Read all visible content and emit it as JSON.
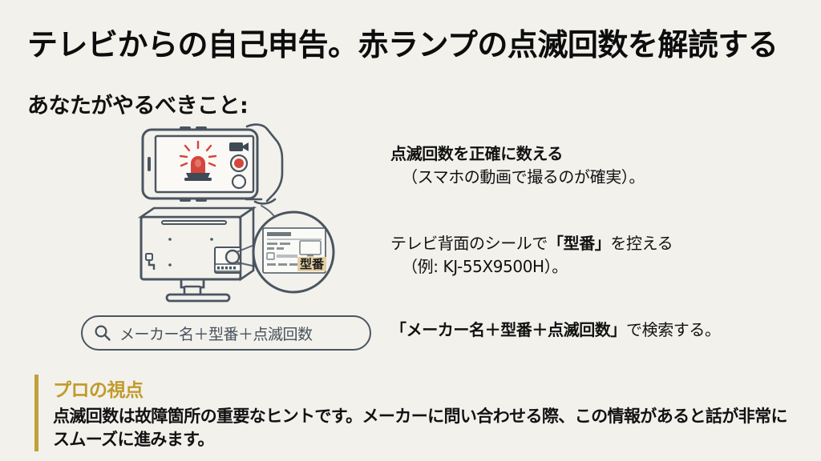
{
  "slide": {
    "background_color": "#F2F1EC",
    "title": "テレビからの自己申告。赤ランプの点滅回数を解読する",
    "subtitle": "あなたがやるべきこと:"
  },
  "steps": [
    {
      "line1": "点滅回数を正確に数える",
      "line2": "（スマホの動画で撮るのが確実）。"
    },
    {
      "line1_pre": "テレビ背面のシールで",
      "line1_strong": "「型番」",
      "line1_post": "を控える",
      "line2": "（例: KJ-55X9500H）。"
    },
    {
      "strong": "「メーカー名＋型番＋点滅回数」",
      "rest": "で検索する。"
    }
  ],
  "search": {
    "icon": "search-icon",
    "query": "メーカー名＋型番＋点滅回数",
    "border_color": "#4A5560",
    "text_color": "#46515C"
  },
  "illustrations": {
    "phone": {
      "name": "smartphone-recording-illustration",
      "screen_icon": "red-alarm-beacon-icon",
      "camera_icon": "video-camera-icon",
      "record_button": "record-button",
      "secondary_button": "shutter-button",
      "line_color": "#4A5560",
      "accent_color": "#D6463C"
    },
    "tv": {
      "name": "tv-back-label-illustration",
      "magnifier": "magnifier-circle",
      "label_text": "型番",
      "label_highlight_color": "#E4CFA4",
      "line_color": "#4A5560"
    }
  },
  "callout": {
    "accent_color": "#C2A03A",
    "title": "プロの視点",
    "title_color": "#C19A2B",
    "body_line1": "点滅回数は故障箇所の重要なヒントです。メーカーに問い合わせる際、この情報が",
    "body_line2": "あると話が非常にスムーズに進みます。"
  }
}
